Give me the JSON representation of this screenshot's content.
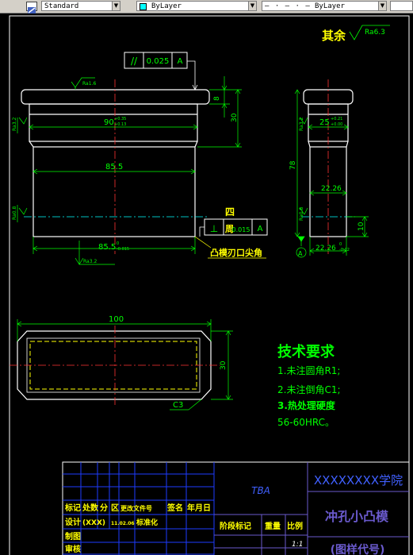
{
  "toolbar": {
    "style_value": "Standard",
    "layer_value": "ByLayer",
    "linetype_value": "ByLayer",
    "linetype_pattern": "— · — · —"
  },
  "colors": {
    "background": "#000000",
    "outline": "#ffffff",
    "dimension": "#00ff00",
    "centerline": "#ff3333",
    "text_yellow": "#ffff00",
    "border_blue": "#0000ff",
    "border_purple": "#6a5acd",
    "text_green": "#00ff00"
  },
  "drawing": {
    "roughness_general": "其余",
    "roughness_general_value": "Ra6.3",
    "roughness_values": [
      "Ra1.6",
      "Ra3.2",
      "Ra0.8",
      "Ra3.2",
      "Ra0.8",
      "Ra0.4",
      "Ra3.2",
      "Ra0.8"
    ],
    "tolerance_parallel": {
      "symbol": "//",
      "value": "0.025",
      "datum": "A"
    },
    "tolerance_perpendicular": {
      "symbol": "⊥",
      "value": "0.015",
      "datum": "A",
      "label_top": "四",
      "label_left": "周"
    },
    "datum_label": "A",
    "dims": {
      "front_width_top": "90",
      "front_width_top_tol_upper": "+0.35",
      "front_width_top_tol_lower": "+0.13",
      "front_width_mid": "85.5",
      "front_width_bottom": "85.5",
      "front_width_bottom_tol_upper": "0",
      "front_width_bottom_tol_lower": "-0.015",
      "front_height_flange": "8",
      "front_height_total": "30",
      "side_width_top": "25",
      "side_width_top_tol_upper": "+0.21",
      "side_width_top_tol_lower": "+0.00",
      "side_height": "78",
      "side_width_mid": "22.26",
      "side_width_bottom": "22.26",
      "side_width_bottom_tol_upper": "0",
      "side_width_bottom_tol_lower": "-0.02",
      "side_height_bottom": "10",
      "top_width": "100",
      "top_height": "30",
      "chamfer": "C3"
    },
    "sharp_edge_note": "凸模刃口尖角",
    "tech_requirements": {
      "title": "技术要求",
      "items": [
        "1.未注圆角R1;",
        "2.未注倒角C1;",
        "3.热处理硬度",
        "56-60HRC。"
      ]
    }
  },
  "title_block": {
    "center_text": "TBA",
    "school": "XXXXXXXX学院",
    "part_name": "冲孔小凸模",
    "drawing_code": "(图样代号)",
    "header_row": [
      "标记",
      "处数",
      "分",
      "区",
      "更改文件号",
      "签名",
      "年月日"
    ],
    "design_row": [
      "设计",
      "(XXX)",
      "11.02.06",
      "标准化"
    ],
    "rows_left": [
      "制图",
      "审核"
    ],
    "stage_label": "阶段标记",
    "weight_label": "重量",
    "scale_label": "比例",
    "scale_value": "1:1"
  }
}
